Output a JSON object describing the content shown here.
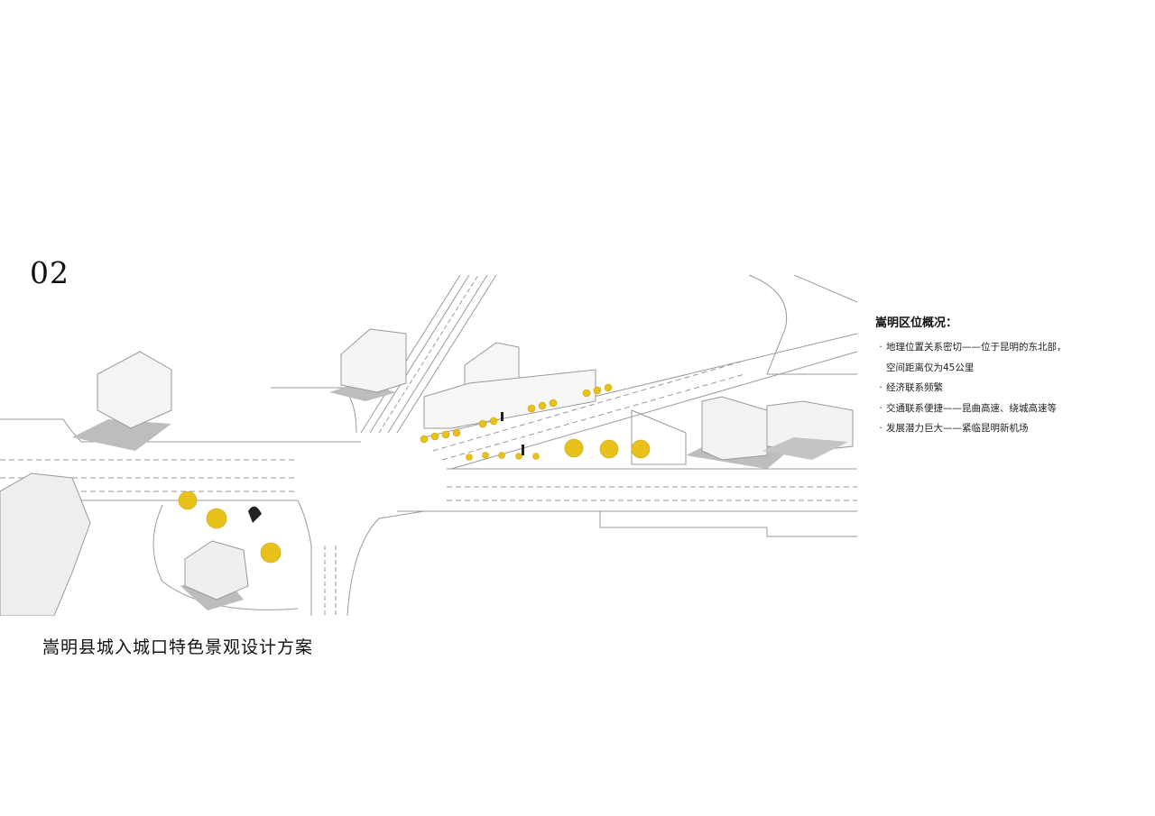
{
  "page_number": "02",
  "project_title": "嵩明县城入城口特色景观设计方案",
  "overview": {
    "heading": "嵩明区位概况：",
    "items": [
      {
        "bullet": "·",
        "text": "地理位置关系密切——位于昆明的东北部，"
      },
      {
        "bullet": "",
        "text": "空间距离仅为45公里"
      },
      {
        "bullet": "·",
        "text": "经济联系频繁"
      },
      {
        "bullet": "·",
        "text": "交通联系便捷——昆曲高速、绕城高速等"
      },
      {
        "bullet": "·",
        "text": "发展潜力巨大——紧临昆明新机场"
      }
    ]
  },
  "colors": {
    "background": "#ffffff",
    "tree_yellow": "#e8c21a",
    "building_shadow": "#bdbdbd",
    "line_gray": "#9a9a9a"
  }
}
